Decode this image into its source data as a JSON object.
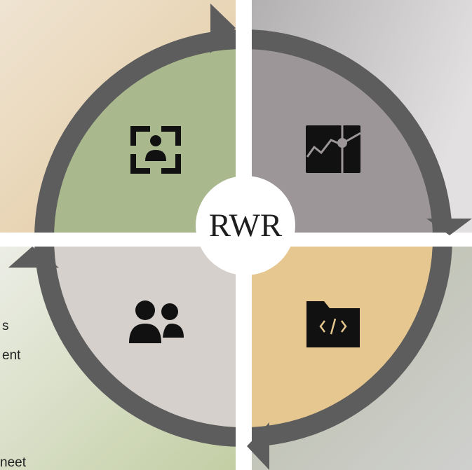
{
  "center": {
    "label": "RWR"
  },
  "quadrants": [
    {
      "key": "top-left",
      "fill": "#a9b88d",
      "icon": "user-focus-icon",
      "background": "#eadbc0"
    },
    {
      "key": "top-right",
      "fill": "#9c9698",
      "icon": "line-chart-icon",
      "background": "#d0cdcf"
    },
    {
      "key": "bottom-right",
      "fill": "#e6c78f",
      "icon": "code-folder-icon",
      "background": "#b9bcae"
    },
    {
      "key": "bottom-left",
      "fill": "#d5d0cb",
      "icon": "people-group-icon",
      "background": "#dfe3d5"
    }
  ],
  "ring": {
    "color": "#5d5d5d",
    "divider": "#ffffff"
  },
  "fragments": {
    "line1": "s",
    "line2": "ent",
    "line3": "neet"
  }
}
